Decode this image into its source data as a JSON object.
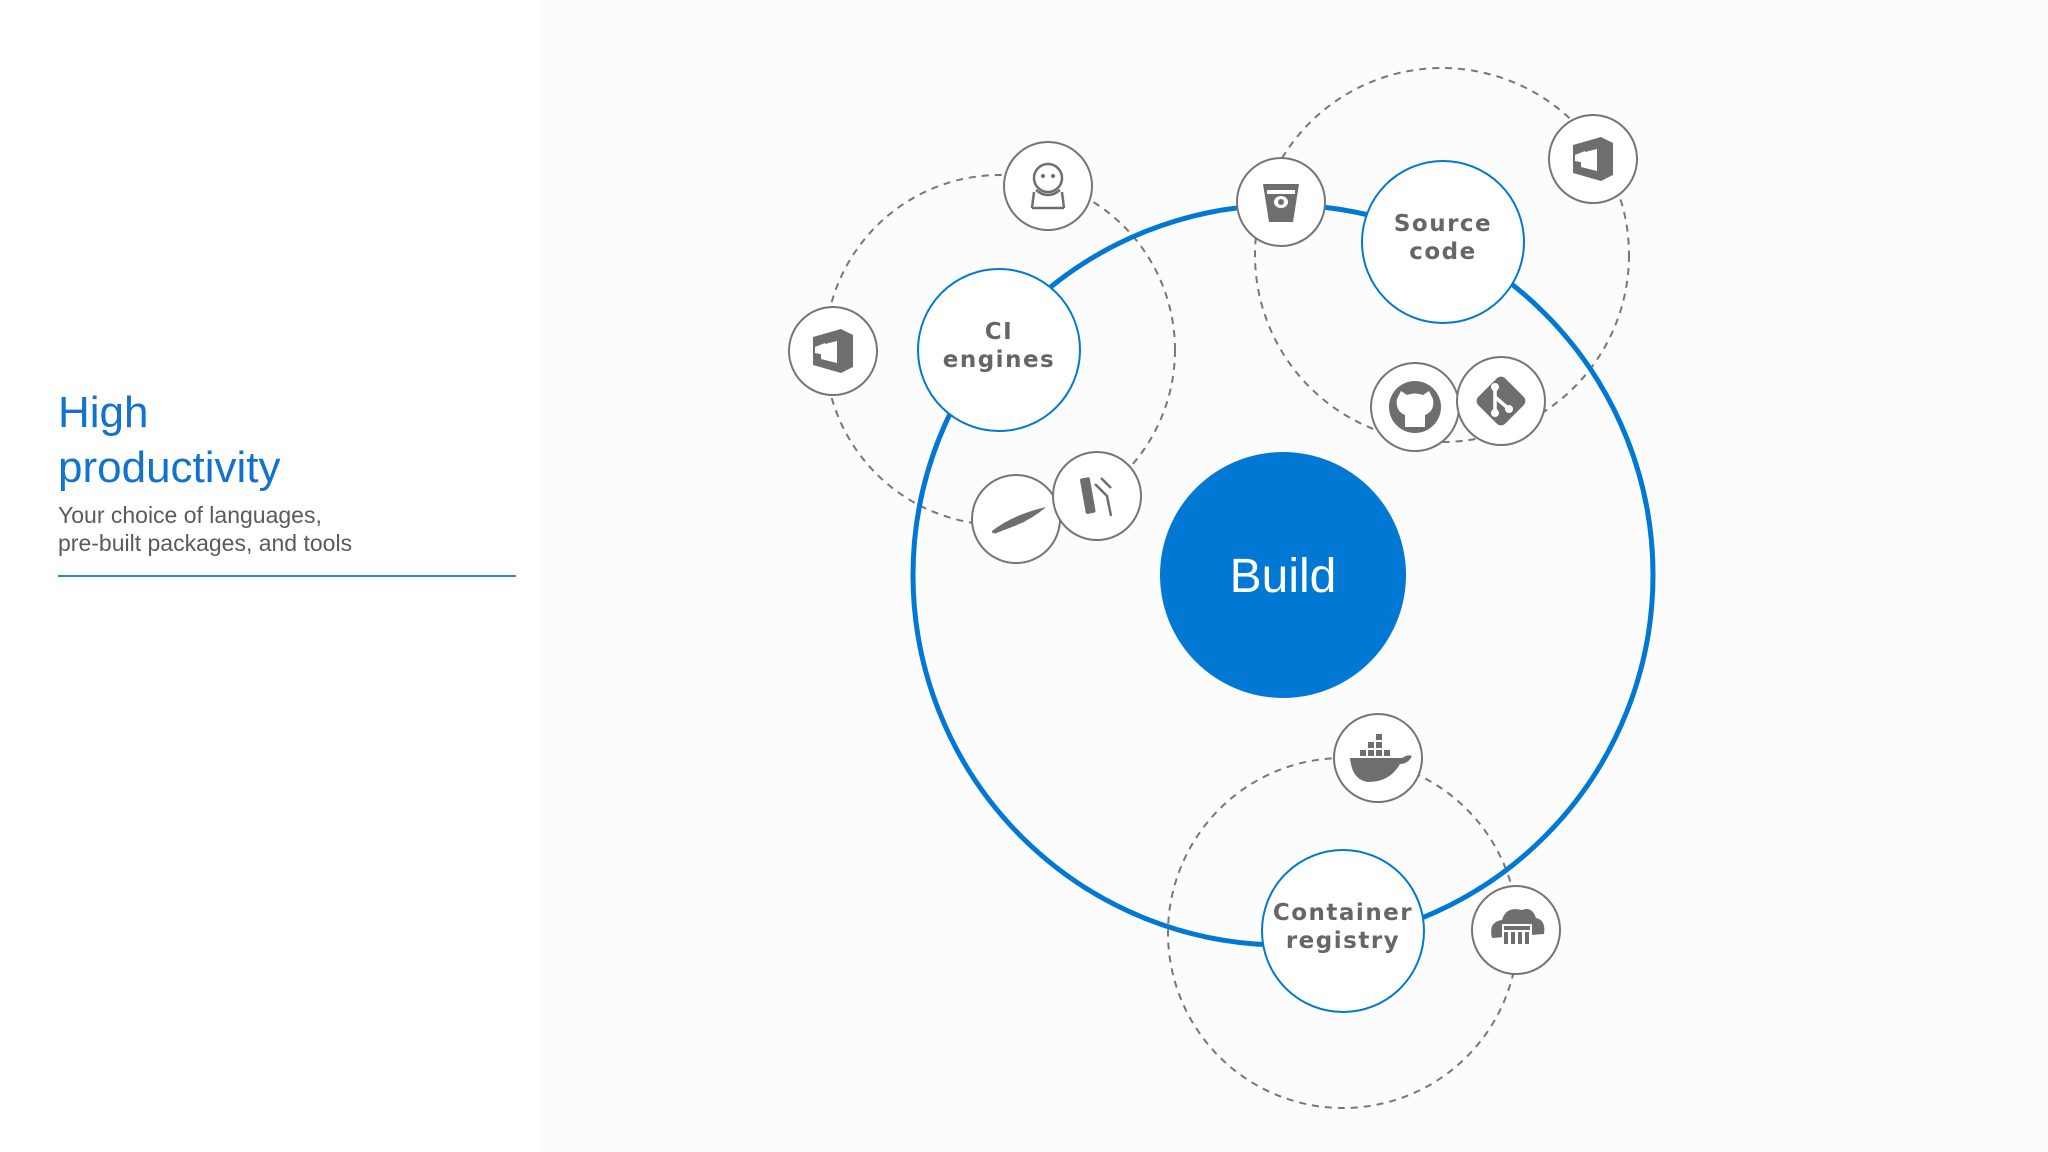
{
  "sidebar": {
    "title": "High\nproductivity",
    "subtitle": "Your choice of languages,\npre-built packages, and tools"
  },
  "diagram": {
    "center": "Build",
    "nodes": {
      "ci": "CI\nengines",
      "source": "Source\ncode",
      "registry": "Container\nregistry"
    },
    "icons": {
      "ci": [
        "jenkins-icon",
        "visual-studio-team-services-icon",
        "apache-feather-icon",
        "knife-tool-icon"
      ],
      "source": [
        "bitbucket-icon",
        "visual-studio-team-services-icon",
        "github-icon",
        "git-icon"
      ],
      "registry": [
        "docker-icon",
        "azure-container-registry-icon"
      ]
    }
  },
  "colors": {
    "accent": "#0078d4",
    "heading": "#1173cf",
    "text": "#5a5a5a",
    "icon": "#6e6e6e",
    "dashed": "#777777"
  }
}
